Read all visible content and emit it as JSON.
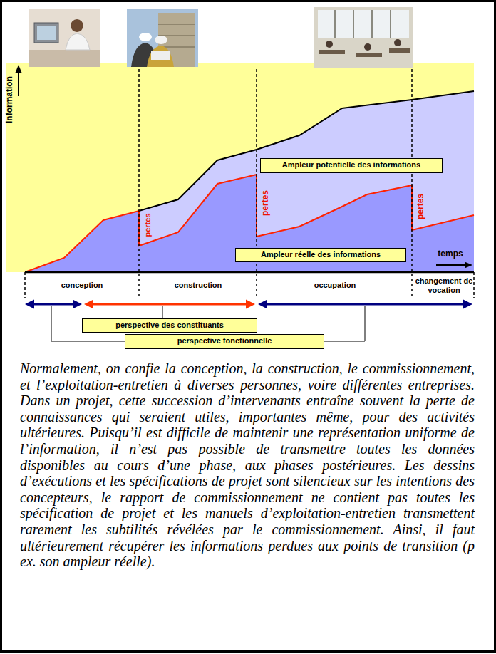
{
  "diagram": {
    "caption": "Normalement, on confie la conception, la construction, le commissionnement, et l’exploitation-entretien à diverses personnes, voire différentes entreprises. Dans un projet, cette succession d’intervenants entraîne souvent la perte de connaissances qui seraient utiles, importantes même, pour des activités ultérieures. Puisqu’il est difficile de maintenir une représentation uniforme de l’information, il n’est pas possible de transmettre toutes les données disponibles au cours d’une phase, aux phases postérieures. Les dessins d’exécutions et les spécifications de projet sont silencieux sur les intentions des concepteurs, le rapport de commissionnement ne contient pas toutes les spécification de projet et les manuels d’exploitation-entretien transmettent rarement les subtilités révélées par le commissionnement. Ainsi, il faut ultérieurement récupérer les informations perdues aux points de transition (p ex. son ampleur réelle).",
    "nodes": [
      {
        "text": [
          "Ampleur potentielle des informations"
        ]
      },
      {
        "text": [
          "Ampleur réelle des informations"
        ]
      },
      {
        "text": [
          "perspective des constituants"
        ]
      },
      {
        "text": [
          "perspective fonctionnelle"
        ]
      }
    ],
    "labels": [
      "Information",
      "pertes",
      "pertes",
      "pertes",
      "temps",
      "conception",
      "construction",
      "occupation",
      "changement de vocation"
    ]
  }
}
